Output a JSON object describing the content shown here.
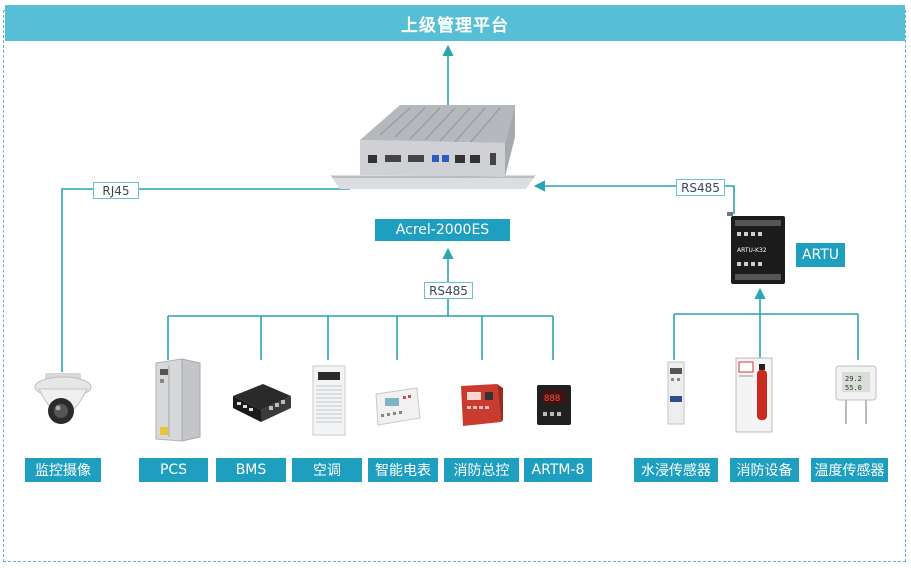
{
  "top_platform": "上级管理平台",
  "gateway": "Acrel-2000ES",
  "rtu": "ARTU",
  "links": {
    "camera_link": "RJ45",
    "rtu_link": "RS485",
    "bus_link": "RS485"
  },
  "rtu_panel": {
    "model": "ARTU-K32"
  },
  "devices_bus": [
    "PCS",
    "BMS",
    "空调",
    "智能电表",
    "消防总控",
    "ARTM-8"
  ],
  "devices_rtu": [
    "水浸传感器",
    "消防设备",
    "温度传感器"
  ],
  "camera": "监控摄像",
  "colors": {
    "banner": "#56bfd6",
    "label": "#1e9fc0",
    "line": "#2aa3b3",
    "frame": "#5bb7cf"
  },
  "icons": [
    "camera-icon",
    "pcs-cabinet-icon",
    "bms-module-icon",
    "air-conditioner-icon",
    "smart-meter-icon",
    "fire-control-panel-icon",
    "artm-meter-icon",
    "water-leak-sensor-icon",
    "fire-equipment-icon",
    "temperature-sensor-icon",
    "gateway-computer-icon",
    "rtu-module-icon"
  ]
}
